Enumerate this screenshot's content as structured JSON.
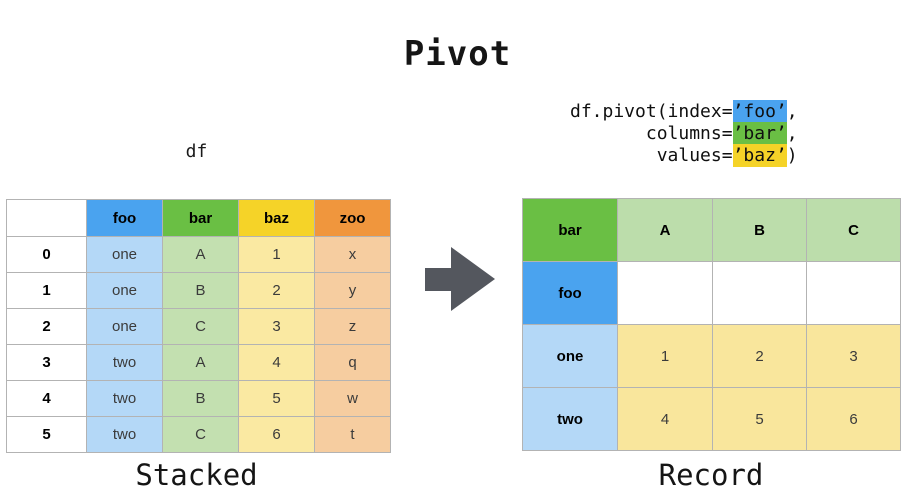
{
  "title": "Pivot",
  "left": {
    "label": "df",
    "caption": "Stacked",
    "table": {
      "headers": [
        "",
        "foo",
        "bar",
        "baz",
        "zoo"
      ],
      "rows": [
        [
          "0",
          "one",
          "A",
          "1",
          "x"
        ],
        [
          "1",
          "one",
          "B",
          "2",
          "y"
        ],
        [
          "2",
          "one",
          "C",
          "3",
          "z"
        ],
        [
          "3",
          "two",
          "A",
          "4",
          "q"
        ],
        [
          "4",
          "two",
          "B",
          "5",
          "w"
        ],
        [
          "5",
          "two",
          "C",
          "6",
          "t"
        ]
      ]
    }
  },
  "arrow": {
    "direction": "right",
    "color": "#54575e"
  },
  "right": {
    "caption": "Record",
    "code": {
      "lines": [
        {
          "pre": "df.pivot(index=",
          "highlight": "’foo’",
          "post": ",",
          "highlight_color": "#4aa3ef"
        },
        {
          "pre": "       columns=",
          "highlight": "’bar’",
          "post": ",",
          "highlight_color": "#6abf44"
        },
        {
          "pre": "        values=",
          "highlight": "’baz’",
          "post": ")",
          "highlight_color": "#f5d328"
        }
      ]
    },
    "table": {
      "corner": "bar",
      "col_headers": [
        "A",
        "B",
        "C"
      ],
      "index_label": "foo",
      "rows": [
        {
          "label": "one",
          "values": [
            "1",
            "2",
            "3"
          ]
        },
        {
          "label": "two",
          "values": [
            "4",
            "5",
            "6"
          ]
        }
      ]
    }
  },
  "colors": {
    "blue": "#4aa3ef",
    "green": "#6abf44",
    "yellow": "#f5d328",
    "orange": "#f0963d",
    "light_blue": "#b4d8f7",
    "light_green": "#c3e0b0",
    "light_yellow": "#fae9a2",
    "light_orange": "#f6cda0",
    "result_light_green": "#bcddab",
    "result_light_yellow": "#f9e69c",
    "arrow": "#54575e",
    "border": "#b3b3b3"
  }
}
